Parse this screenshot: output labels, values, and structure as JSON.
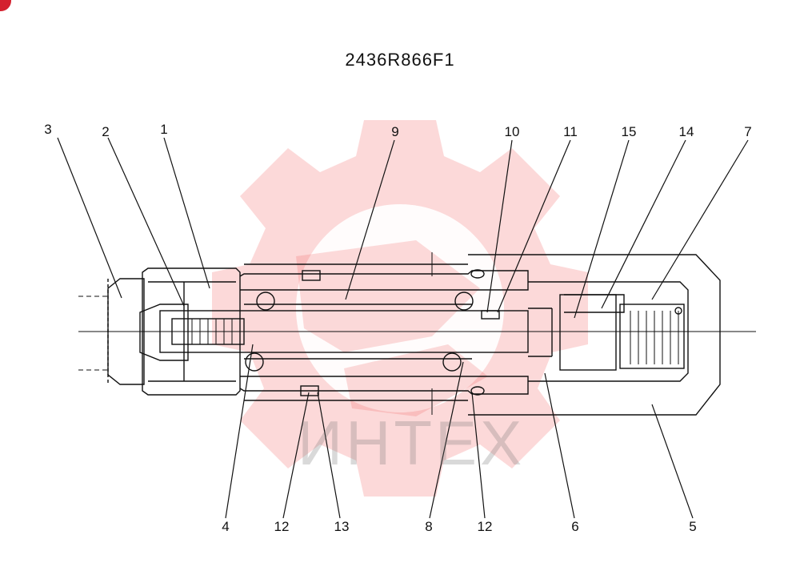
{
  "title": "2436R866F1",
  "watermark": {
    "text": "ИНТЕХ",
    "color": "#f08080"
  },
  "labels": [
    {
      "id": "3",
      "text": "3"
    },
    {
      "id": "2",
      "text": "2"
    },
    {
      "id": "1",
      "text": "1"
    },
    {
      "id": "9",
      "text": "9"
    },
    {
      "id": "10",
      "text": "10"
    },
    {
      "id": "11",
      "text": "11"
    },
    {
      "id": "15",
      "text": "15"
    },
    {
      "id": "14",
      "text": "14"
    },
    {
      "id": "7",
      "text": "7"
    },
    {
      "id": "4",
      "text": "4"
    },
    {
      "id": "12a",
      "text": "12"
    },
    {
      "id": "13",
      "text": "13"
    },
    {
      "id": "8",
      "text": "8"
    },
    {
      "id": "12b",
      "text": "12"
    },
    {
      "id": "6",
      "text": "6"
    },
    {
      "id": "5",
      "text": "5"
    }
  ]
}
